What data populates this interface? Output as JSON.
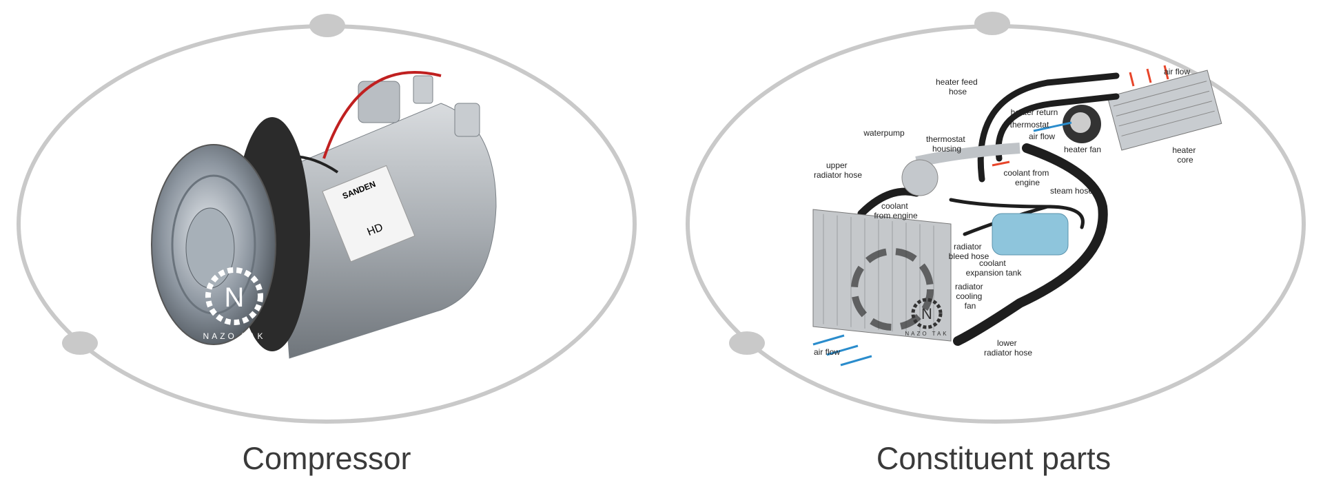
{
  "colors": {
    "ring": "#c9c9c9",
    "text": "#3a3a3a",
    "hose": "#1e1e1e",
    "coolant": "#8ec5dc",
    "hot_arrow": "#e8452a",
    "cold_arrow": "#2a8ccc"
  },
  "left_panel": {
    "caption": "Compressor",
    "product_label": {
      "brand": "SANDEN",
      "model": "HD"
    },
    "watermark": "NAZO TAK"
  },
  "right_panel": {
    "caption": "Constituent parts",
    "watermark": "NAZO TAK",
    "labels": {
      "heater_feed_hose": [
        "heater feed",
        "hose"
      ],
      "air_flow_top": "air flow",
      "heater_return": "heater return",
      "thermostat": "thermostat",
      "air_flow_mid": "air flow",
      "heater_fan": "heater fan",
      "heater_core": [
        "heater",
        "core"
      ],
      "waterpump": "waterpump",
      "thermostat_housing": [
        "thermostat",
        "housing"
      ],
      "upper_radiator_hose": [
        "upper",
        "radiator hose"
      ],
      "coolant_from_engine_upper": [
        "coolant from",
        "engine"
      ],
      "steam_hose": "steam hose",
      "coolant_from_engine_lower": [
        "coolant",
        "from engine"
      ],
      "radiator_bleed_hose": [
        "radiator",
        "bleed hose"
      ],
      "coolant_expansion_tank": [
        "coolant",
        "expansion tank"
      ],
      "radiator_cooling_fan": [
        "radiator",
        "cooling",
        "fan"
      ],
      "air_flow_bottom": "air flow",
      "lower_radiator_hose": [
        "lower",
        "radiator hose"
      ]
    }
  }
}
